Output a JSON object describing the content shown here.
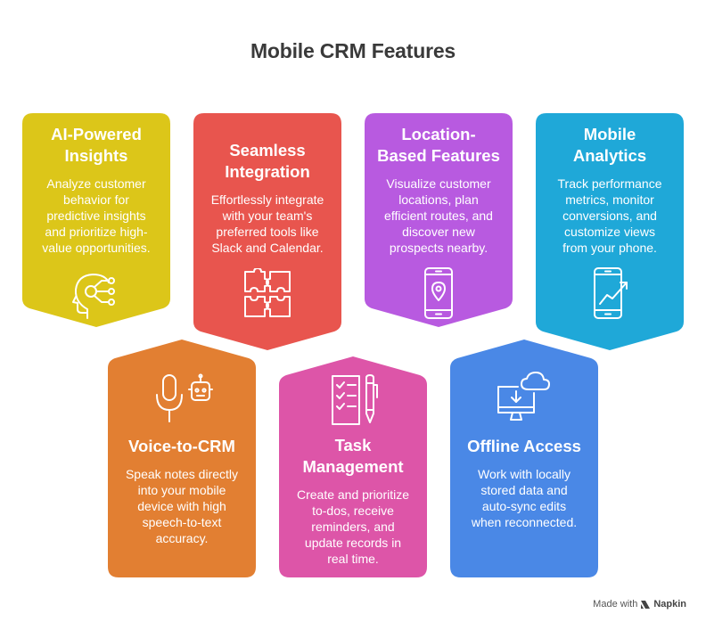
{
  "title": "Mobile CRM Features",
  "colors": {
    "ai": "#DCC619",
    "integration": "#E8554E",
    "location": "#B85AE0",
    "analytics": "#1FA8D8",
    "voice": "#E27F32",
    "task": "#DD55A8",
    "offline": "#4A88E6"
  },
  "top_cards": [
    {
      "title": [
        "AI-Powered",
        "Insights"
      ],
      "description": [
        "Analyze customer",
        "behavior for",
        "predictive insights",
        "and prioritize high-",
        "value opportunities."
      ],
      "icon": "ai-head-icon"
    },
    {
      "title": [
        "Seamless",
        "Integration"
      ],
      "description": [
        "Effortlessly integrate",
        "with your team's",
        "preferred tools like",
        "Slack and Calendar."
      ],
      "icon": "puzzle-icon"
    },
    {
      "title": [
        "Location-",
        "Based Features"
      ],
      "description": [
        "Visualize customer",
        "locations, plan",
        "efficient routes, and",
        "discover new",
        "prospects nearby."
      ],
      "icon": "phone-location-icon"
    },
    {
      "title": [
        "Mobile",
        "Analytics"
      ],
      "description": [
        "Track performance",
        "metrics, monitor",
        "conversions, and",
        "customize views",
        "from your phone."
      ],
      "icon": "phone-chart-icon"
    }
  ],
  "bottom_cards": [
    {
      "title": [
        "Voice-to-CRM"
      ],
      "description": [
        "Speak notes directly",
        "into your mobile",
        "device with high",
        "speech-to-text",
        "accuracy."
      ],
      "icon": "microphone-robot-icon"
    },
    {
      "title": [
        "Task",
        "Management"
      ],
      "description": [
        "Create and prioritize",
        "to-dos, receive",
        "reminders, and",
        "update records in",
        "real time."
      ],
      "icon": "checklist-pen-icon"
    },
    {
      "title": [
        "Offline Access"
      ],
      "description": [
        "Work with locally",
        "stored data and",
        "auto-sync edits",
        "when reconnected."
      ],
      "icon": "cloud-download-monitor-icon"
    }
  ],
  "footer": {
    "made_with": "Made with",
    "brand": "Napkin"
  }
}
